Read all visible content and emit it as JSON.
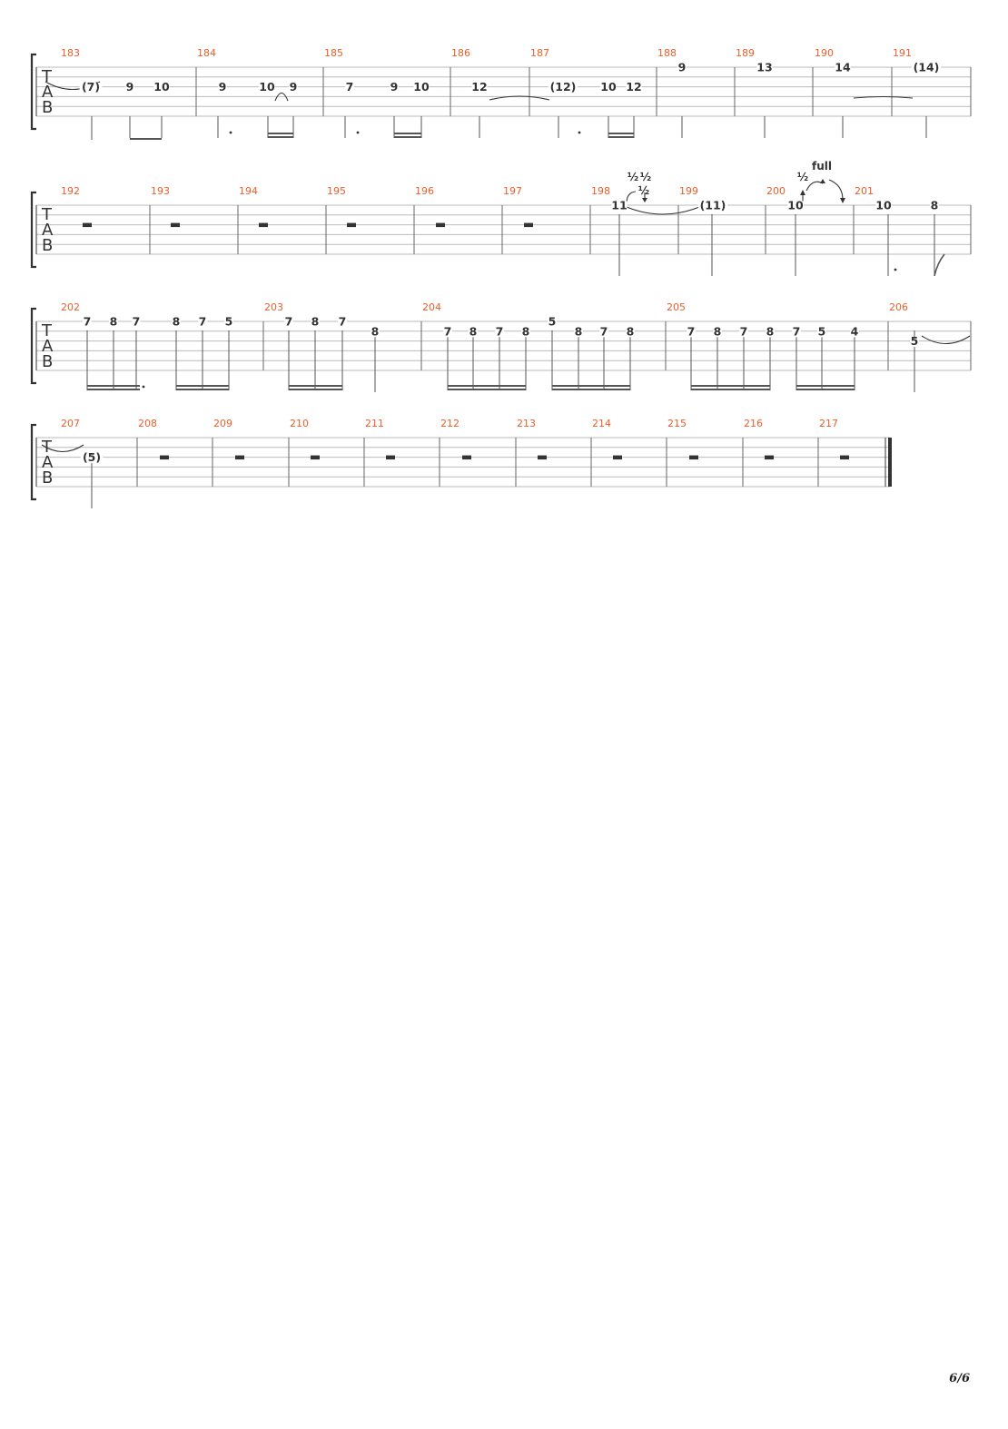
{
  "page_number": "6/6",
  "tab_clef": [
    "T",
    "A",
    "B"
  ],
  "colors": {
    "measure_number": "#e8602c",
    "staff_line": "#bbbbbb",
    "notation": "#333333"
  },
  "bend_labels": {
    "half": "½",
    "full": "full"
  },
  "systems": [
    {
      "measures": [
        "183",
        "184",
        "185",
        "186",
        "187",
        "188",
        "189",
        "190",
        "191"
      ],
      "notes": [
        "(7)",
        "9",
        "10",
        "9",
        "10",
        "9",
        "7",
        "9",
        "10",
        "12",
        "(12)",
        "10",
        "12",
        "9",
        "13",
        "14",
        "(14)"
      ]
    },
    {
      "measures": [
        "192",
        "193",
        "194",
        "195",
        "196",
        "197",
        "198",
        "199",
        "200",
        "201"
      ],
      "notes": [
        "11",
        "(11)",
        "10",
        "10",
        "8"
      ]
    },
    {
      "measures": [
        "202",
        "203",
        "204",
        "205",
        "206"
      ],
      "notes": [
        "7",
        "8",
        "7",
        "8",
        "7",
        "5",
        "7",
        "8",
        "7",
        "8",
        "7",
        "8",
        "7",
        "8",
        "5",
        "8",
        "7",
        "8",
        "7",
        "8",
        "7",
        "8",
        "7",
        "5",
        "4",
        "5"
      ]
    },
    {
      "measures": [
        "207",
        "208",
        "209",
        "210",
        "211",
        "212",
        "213",
        "214",
        "215",
        "216",
        "217"
      ],
      "notes": [
        "(5)"
      ]
    }
  ]
}
